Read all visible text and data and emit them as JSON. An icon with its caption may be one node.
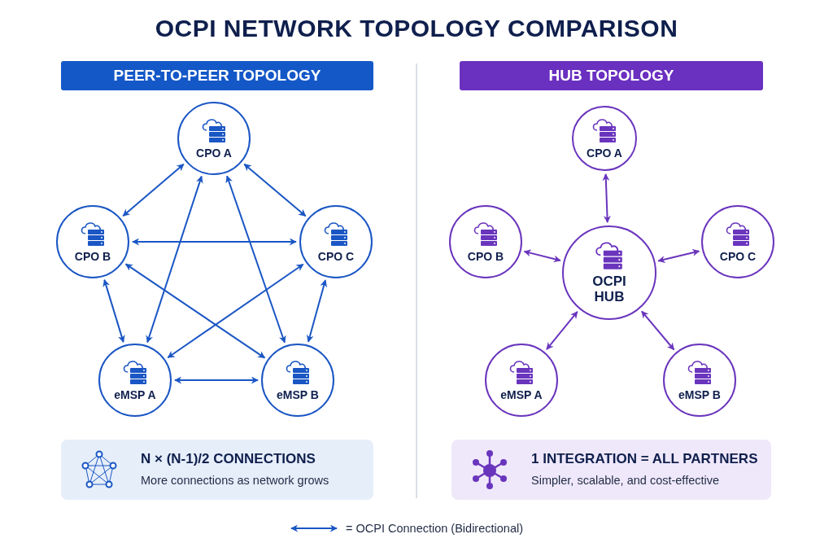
{
  "diagram": {
    "title": "OCPI NETWORK TOPOLOGY COMPARISON",
    "nodes": [
      {
        "text": [
          "PEER-TO-PEER TOPOLOGY"
        ]
      },
      {
        "text": [
          "CPO A"
        ]
      },
      {
        "text": [
          "CPO B"
        ]
      },
      {
        "text": [
          "CPO C"
        ]
      },
      {
        "text": [
          "eMSP A"
        ]
      },
      {
        "text": [
          "eMSP B"
        ]
      },
      {
        "text": [
          "HUB TOPOLOGY"
        ]
      },
      {
        "text": [
          "CPO A"
        ]
      },
      {
        "text": [
          "CPO B"
        ]
      },
      {
        "text": [
          "OCPI HUB"
        ]
      },
      {
        "text": [
          "CPO C"
        ]
      },
      {
        "text": [
          "eMSP A"
        ]
      },
      {
        "text": [
          "eMSP B"
        ]
      },
      {
        "text": [
          "N × (N-1)/2 CONNECTIONS",
          "More connections as network grows"
        ]
      },
      {
        "text": [
          "1 INTEGRATION = ALL PARTNERS",
          "Simpler, scalable, and cost-effective"
        ]
      }
    ],
    "edges": [
      {
        "from": 1,
        "to": 2,
        "arrow": "both"
      },
      {
        "from": 1,
        "to": 3,
        "arrow": "both"
      },
      {
        "from": 2,
        "to": 3,
        "arrow": "both"
      },
      {
        "from": 2,
        "to": 4,
        "arrow": "both"
      },
      {
        "from": 3,
        "to": 5,
        "arrow": "both"
      },
      {
        "from": 4,
        "to": 5,
        "arrow": "both"
      },
      {
        "from": 1,
        "to": 4,
        "arrow": "both"
      },
      {
        "from": 1,
        "to": 5,
        "arrow": "both"
      },
      {
        "from": 2,
        "to": 5,
        "arrow": "both"
      },
      {
        "from": 3,
        "to": 4,
        "arrow": "both"
      },
      {
        "from": 9,
        "to": 7,
        "arrow": "both",
        "color": "#6a35bd"
      },
      {
        "from": 9,
        "to": 8,
        "arrow": "both",
        "color": "#6a35bd"
      },
      {
        "from": 9,
        "to": 10,
        "arrow": "both",
        "color": "#6a35bd"
      },
      {
        "from": 9,
        "to": 11,
        "arrow": "both",
        "color": "#6a35bd"
      },
      {
        "from": 9,
        "to": 12,
        "arrow": "both",
        "color": "#6a35bd"
      }
    ],
    "legend": [
      {
        "text": "= OCPI Connection (Bidirectional)"
      }
    ]
  }
}
